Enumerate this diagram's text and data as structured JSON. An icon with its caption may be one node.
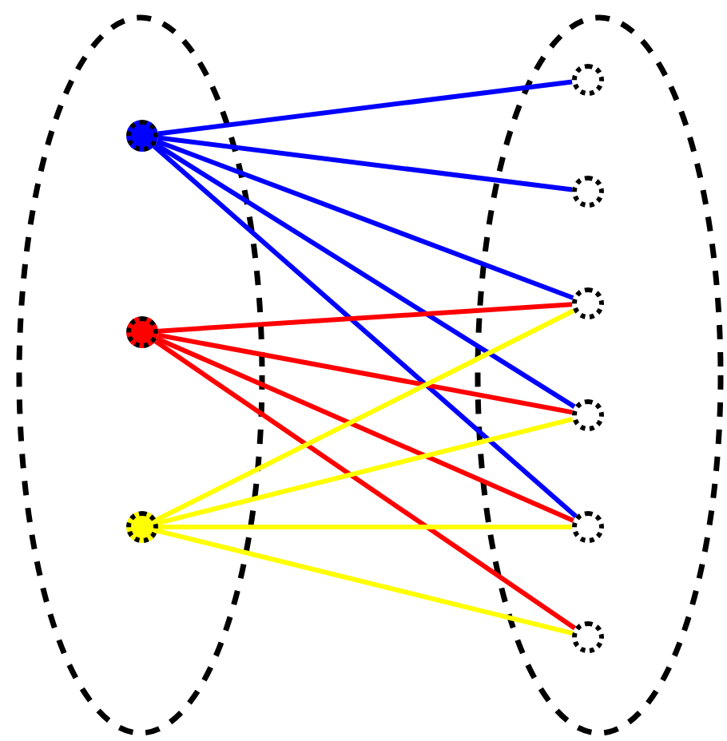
{
  "diagram": {
    "nodes": [
      {
        "text": [],
        "shape": "ellipse"
      },
      {
        "text": [],
        "shape": "ellipse"
      },
      {
        "text": [],
        "shape": "circle",
        "in": 0
      },
      {
        "text": [],
        "shape": "circle",
        "in": 0
      },
      {
        "text": [],
        "shape": "circle",
        "in": 0
      },
      {
        "text": [],
        "shape": "circle",
        "in": 1
      },
      {
        "text": [],
        "shape": "circle",
        "in": 1
      },
      {
        "text": [],
        "shape": "circle",
        "in": 1
      },
      {
        "text": [],
        "shape": "circle",
        "in": 1
      },
      {
        "text": [],
        "shape": "circle",
        "in": 1
      },
      {
        "text": [],
        "shape": "circle",
        "in": 1
      }
    ],
    "edges": [
      {
        "from": 2,
        "to": 5,
        "arrow": "none",
        "color": "#0000ff"
      },
      {
        "from": 2,
        "to": 6,
        "arrow": "none",
        "color": "#0000ff"
      },
      {
        "from": 2,
        "to": 7,
        "arrow": "none",
        "color": "#0000ff"
      },
      {
        "from": 2,
        "to": 8,
        "arrow": "none",
        "color": "#0000ff"
      },
      {
        "from": 2,
        "to": 9,
        "arrow": "none",
        "color": "#0000ff"
      },
      {
        "from": 3,
        "to": 7,
        "arrow": "none",
        "color": "#ff0000"
      },
      {
        "from": 3,
        "to": 8,
        "arrow": "none",
        "color": "#ff0000"
      },
      {
        "from": 3,
        "to": 9,
        "arrow": "none",
        "color": "#ff0000"
      },
      {
        "from": 3,
        "to": 10,
        "arrow": "none",
        "color": "#ff0000"
      },
      {
        "from": 4,
        "to": 7,
        "arrow": "none",
        "color": "#ffff00"
      },
      {
        "from": 4,
        "to": 8,
        "arrow": "none",
        "color": "#ffff00"
      },
      {
        "from": 4,
        "to": 9,
        "arrow": "none",
        "color": "#ffff00"
      },
      {
        "from": 4,
        "to": 10,
        "arrow": "none",
        "color": "#ffff00"
      }
    ]
  }
}
